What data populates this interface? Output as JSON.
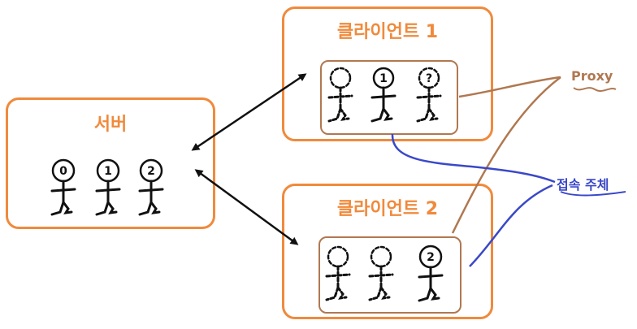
{
  "server": {
    "title": "서버",
    "figures": [
      "0",
      "1",
      "2"
    ]
  },
  "client1": {
    "title": "클라이언트 1",
    "figures": [
      "",
      "1",
      "?"
    ]
  },
  "client2": {
    "title": "클라이언트 2",
    "figures": [
      "",
      "",
      "2"
    ]
  },
  "annotations": {
    "proxy": "Proxy",
    "connection_subject": "접속 주체"
  },
  "colors": {
    "box": "#F08A3C",
    "inner": "#B07850",
    "proxy": "#B07850",
    "subject": "#3A48C8",
    "arrow": "#111111"
  }
}
